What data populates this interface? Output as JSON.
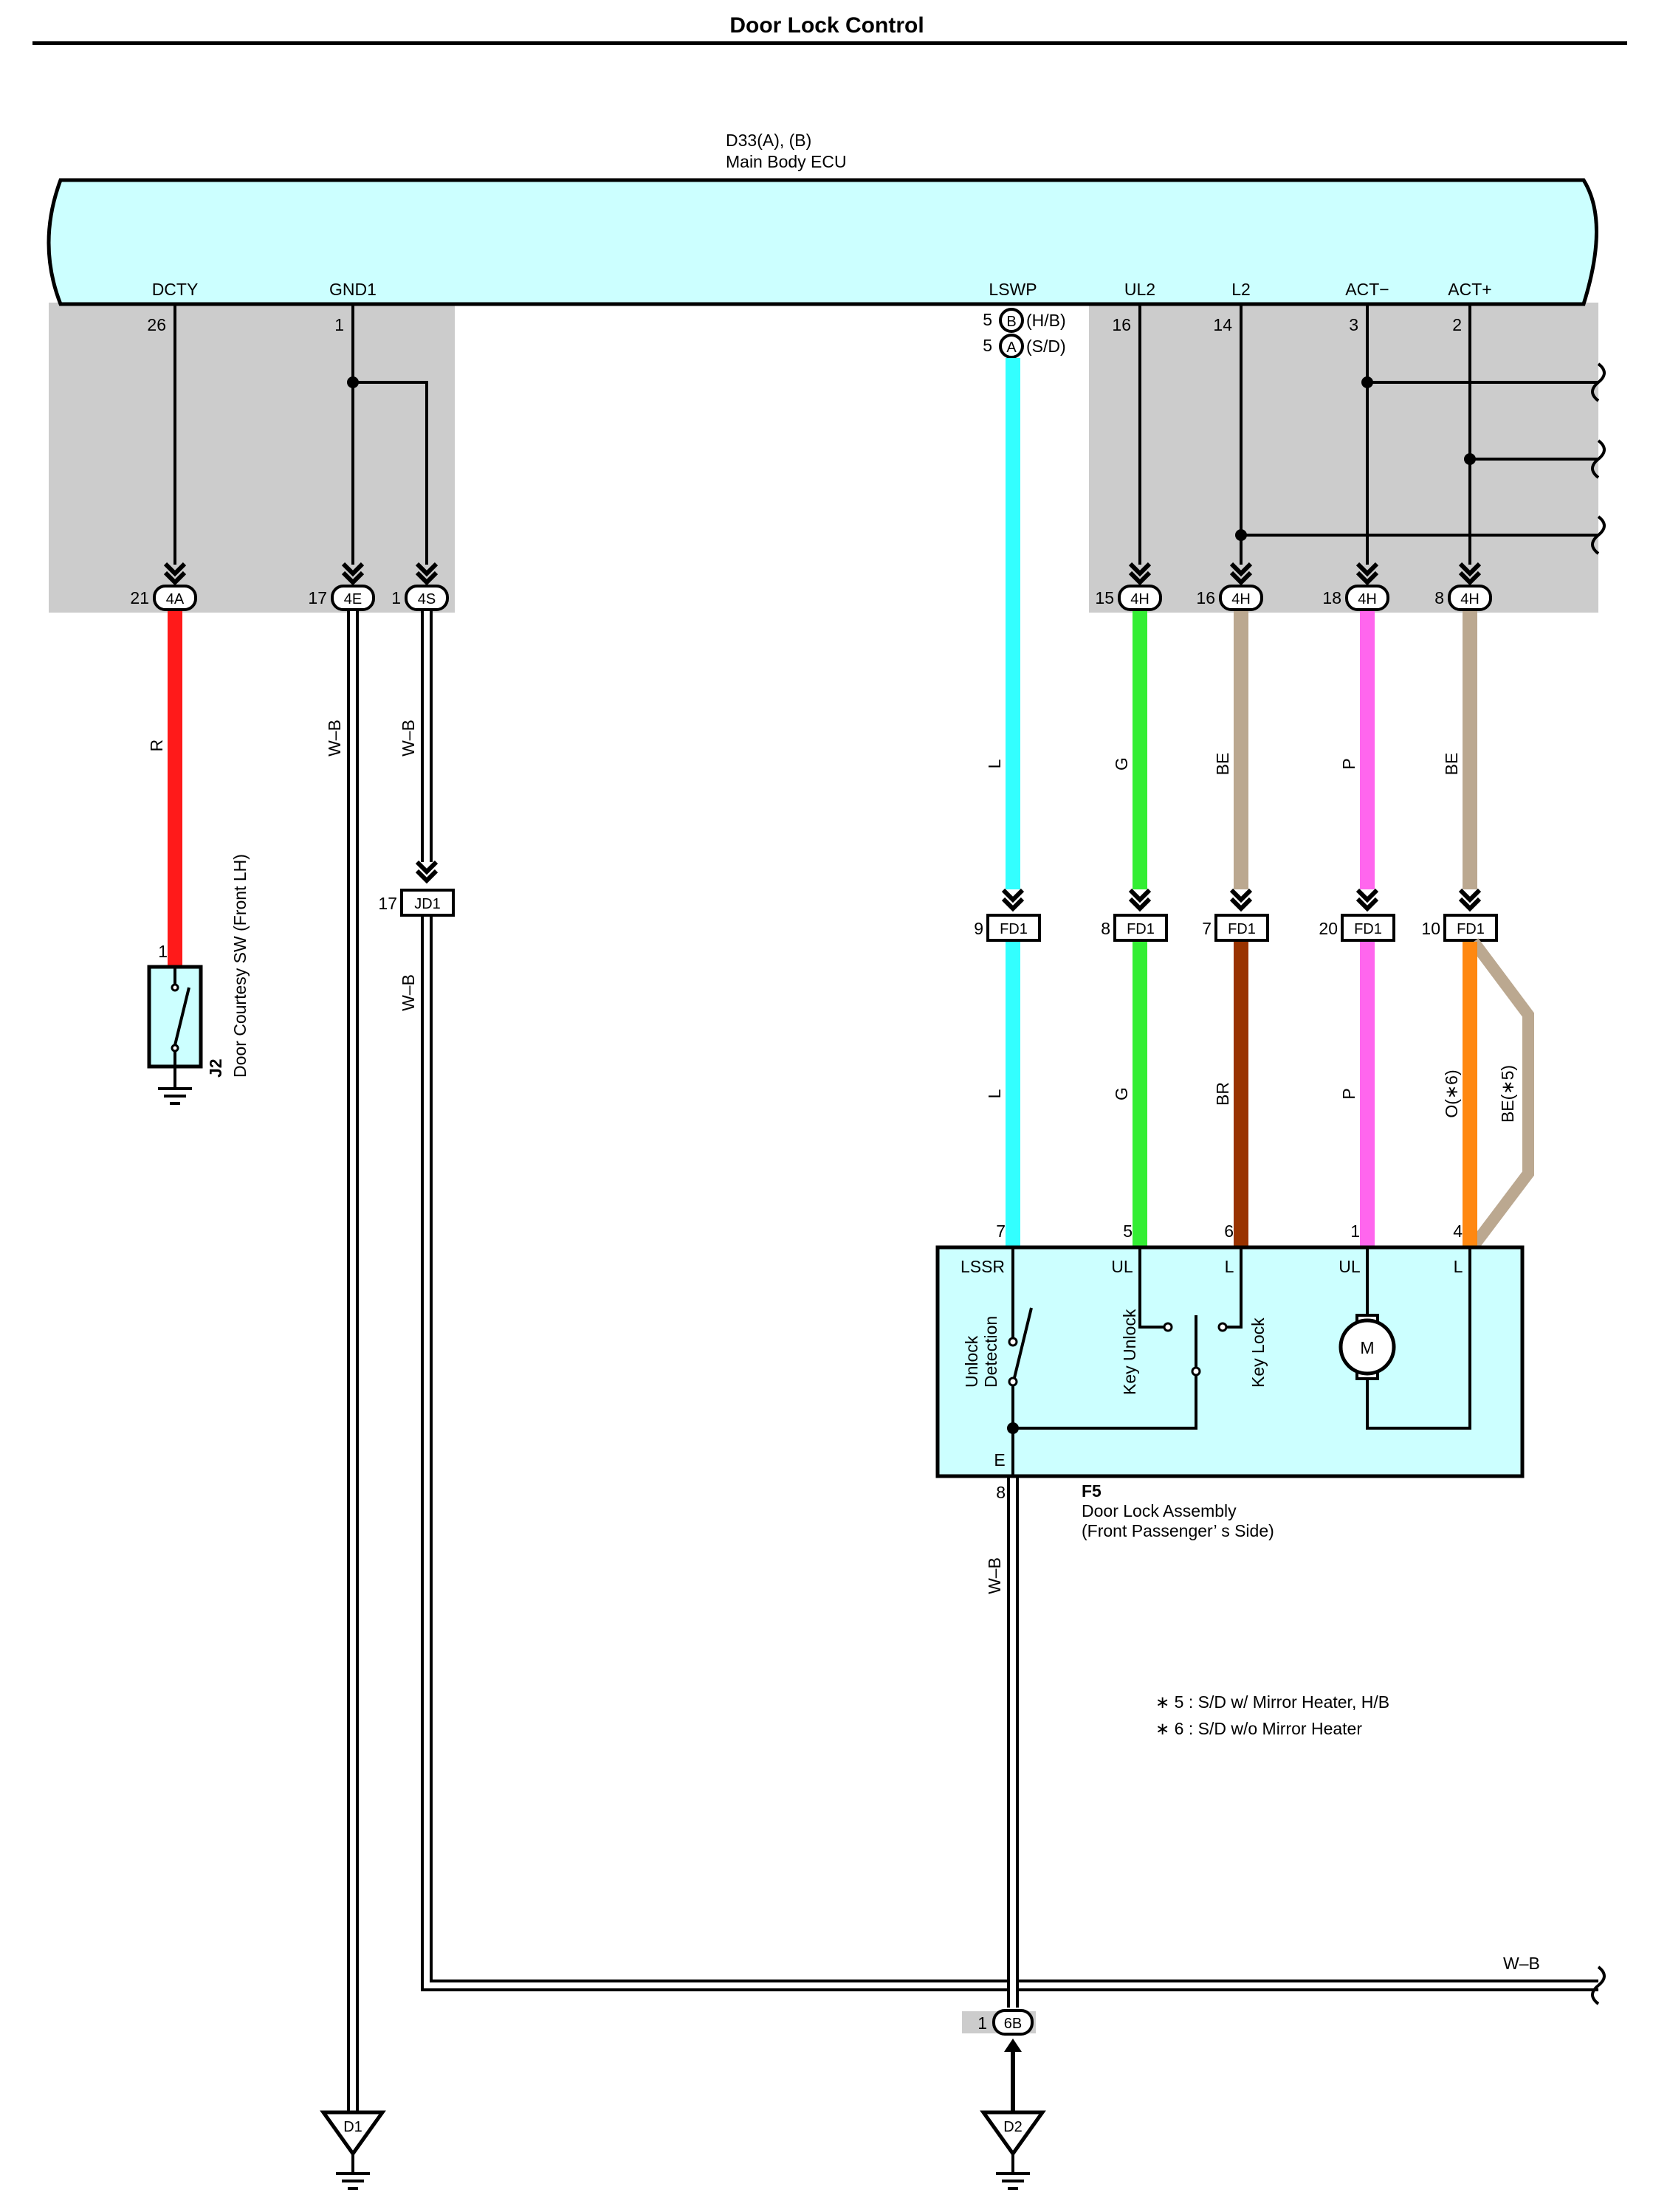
{
  "title": "Door Lock Control",
  "colors": {
    "ecu_fill": "#ccffff",
    "shade": "#cccccc",
    "wire_R": "#ff1a1a",
    "wire_L": "#33ffff",
    "wire_G": "#33ee33",
    "wire_BE": "#bba890",
    "wire_P": "#ff66ee",
    "wire_BR": "#993300",
    "wire_O": "#ff8811"
  },
  "ecu": {
    "connector": "D33(A), (B)",
    "name": "Main Body ECU",
    "terminals": [
      {
        "name": "DCTY",
        "pin": "26"
      },
      {
        "name": "GND1",
        "pin": "1"
      },
      {
        "name": "LSWP",
        "pin_b": "5",
        "conn_b": "B",
        "note_b": "(H/B)",
        "pin_a": "5",
        "conn_a": "A",
        "note_a": "(S/D)"
      },
      {
        "name": "UL2",
        "pin": "16"
      },
      {
        "name": "L2",
        "pin": "14"
      },
      {
        "name": "ACT−",
        "pin": "3"
      },
      {
        "name": "ACT+",
        "pin": "2"
      }
    ]
  },
  "junctions": [
    {
      "pin": "21",
      "conn": "4A"
    },
    {
      "pin": "17",
      "conn": "4E"
    },
    {
      "pin": "1",
      "conn": "4S"
    },
    {
      "pin": "15",
      "conn": "4H"
    },
    {
      "pin": "16",
      "conn": "4H"
    },
    {
      "pin": "18",
      "conn": "4H"
    },
    {
      "pin": "8",
      "conn": "4H"
    }
  ],
  "wires_upper": [
    "R",
    "W–B",
    "W–B",
    "L",
    "G",
    "BE",
    "P",
    "BE"
  ],
  "wires_lower": [
    "W–B",
    "L",
    "G",
    "BR",
    "P",
    "O(∗6)",
    "BE(∗5)"
  ],
  "jd1": {
    "pin": "17",
    "conn": "JD1"
  },
  "fd1": [
    {
      "pin": "9",
      "conn": "FD1"
    },
    {
      "pin": "8",
      "conn": "FD1"
    },
    {
      "pin": "7",
      "conn": "FD1"
    },
    {
      "pin": "20",
      "conn": "FD1"
    },
    {
      "pin": "10",
      "conn": "FD1"
    }
  ],
  "switch_j2": {
    "pin": "1",
    "code": "J2",
    "name": "Door Courtesy SW (Front LH)"
  },
  "assembly": {
    "code": "F5",
    "name_line1": "Door Lock Assembly",
    "name_line2": "(Front Passenger’ s Side)",
    "top_pins": [
      "7",
      "5",
      "6",
      "1",
      "4"
    ],
    "top_labels": [
      "LSSR",
      "UL",
      "L",
      "UL",
      "L"
    ],
    "bottom_pin": "8",
    "bottom_label": "E",
    "switch_labels": [
      "Unlock",
      "Detection",
      "Key Unlock",
      "Key Lock"
    ],
    "motor": "M"
  },
  "bottom_wire": "W–B",
  "right_wire": "W–B",
  "connector_6b": {
    "pin": "1",
    "conn": "6B"
  },
  "grounds": [
    "D1",
    "D2"
  ],
  "notes": [
    "∗ 5 : S/D w/ Mirror Heater,  H/B",
    "∗ 6 : S/D w/o Mirror Heater"
  ]
}
